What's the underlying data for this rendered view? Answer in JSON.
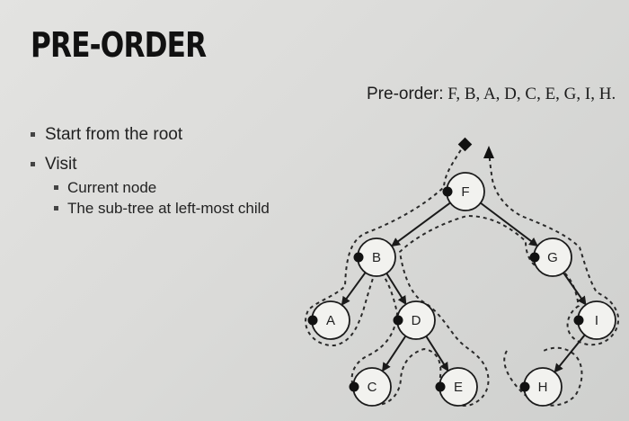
{
  "slide": {
    "title": "PRE-ORDER",
    "preorder_label": "Pre-order:",
    "preorder_sequence": "F, B, A, D, C, E, G, I, H.",
    "bullets": [
      {
        "text": "Start from the root",
        "sub": []
      },
      {
        "text": "Visit",
        "sub": [
          "Current node",
          "The sub-tree at left-most child"
        ]
      }
    ]
  },
  "tree": {
    "nodes": [
      "F",
      "B",
      "G",
      "A",
      "D",
      "I",
      "C",
      "E",
      "H"
    ],
    "edges": [
      [
        "F",
        "B"
      ],
      [
        "F",
        "G"
      ],
      [
        "B",
        "A"
      ],
      [
        "B",
        "D"
      ],
      [
        "D",
        "C"
      ],
      [
        "D",
        "E"
      ],
      [
        "G",
        "I"
      ],
      [
        "I",
        "H"
      ]
    ]
  }
}
